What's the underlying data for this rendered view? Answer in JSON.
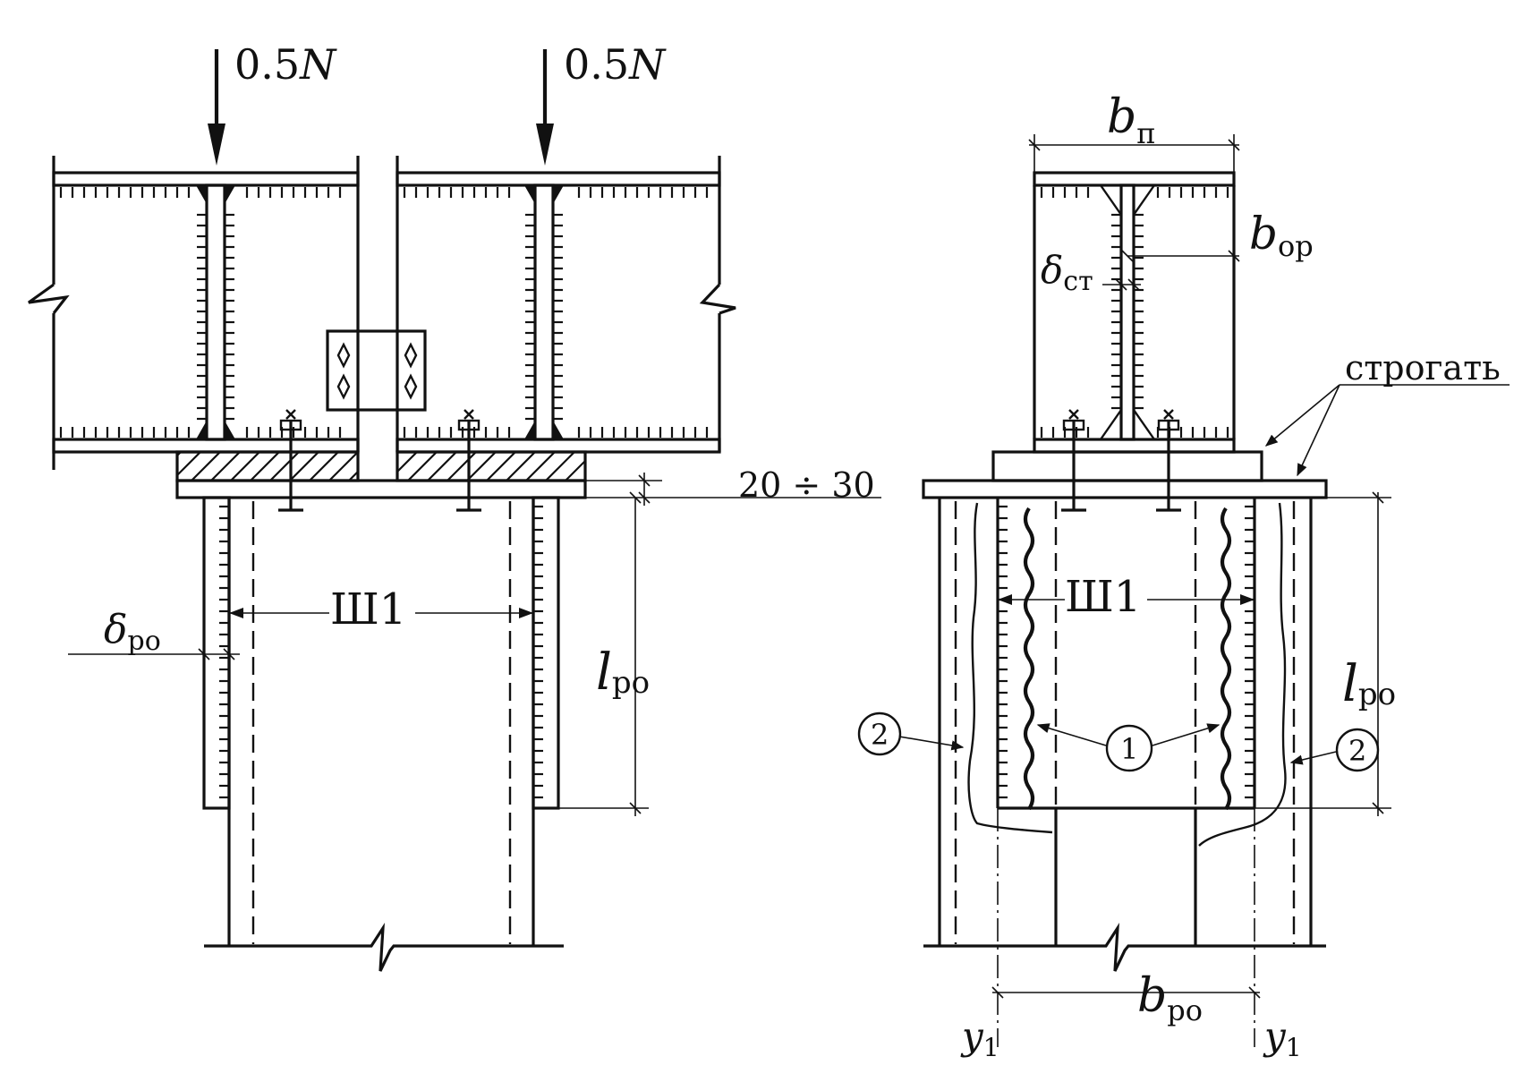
{
  "labels": {
    "load_left": "0.5",
    "load_right": "0.5",
    "load_symbol": "N",
    "b_p_main": "b",
    "b_p_sub": "п",
    "b_or_main": "b",
    "b_or_sub": "ор",
    "delta_st_main": "δ",
    "delta_st_sub": "ст",
    "plane": "строгать",
    "gap": "20 ÷ 30",
    "w1_left": "Ш1",
    "w1_right": "Ш1",
    "delta_ro_main": "δ",
    "delta_ro_sub": "ро",
    "l_ro_left_main": "l",
    "l_ro_left_sub": "ро",
    "l_ro_right_main": "l",
    "l_ro_right_sub": "ро",
    "b_ro_main": "b",
    "b_ro_sub": "ро",
    "y1_left_main": "y",
    "y1_left_sub": "1",
    "y1_right_main": "y",
    "y1_right_sub": "1",
    "callout_1": "1",
    "callout_2_left": "2",
    "callout_2_right": "2"
  }
}
